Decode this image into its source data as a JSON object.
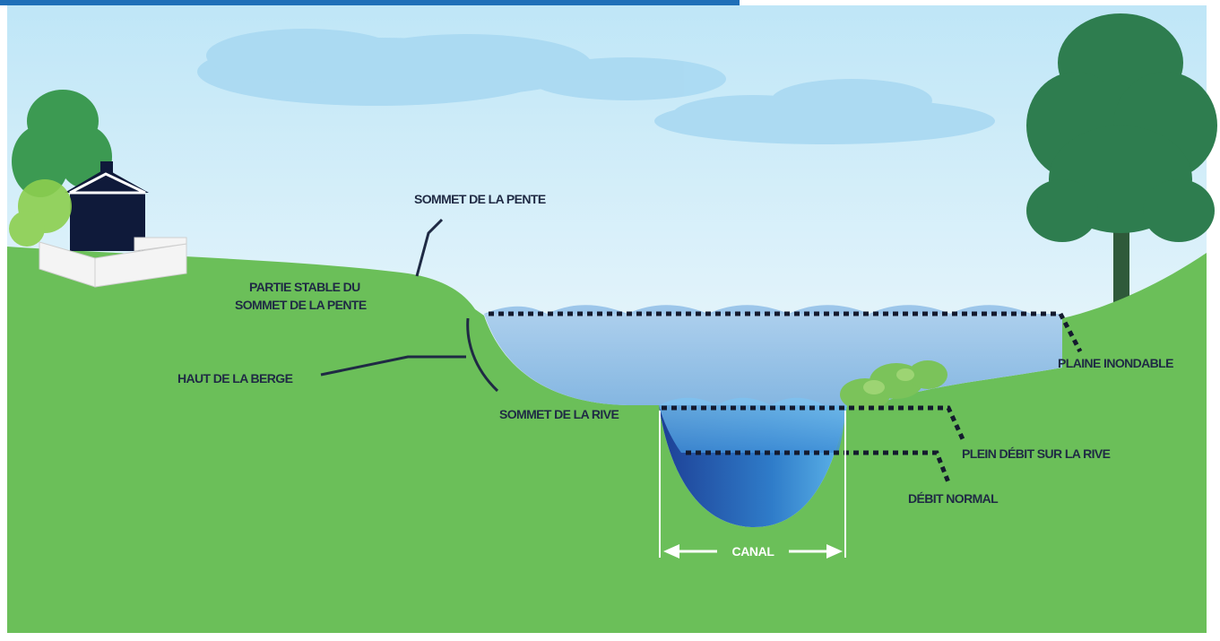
{
  "labels": {
    "top_of_slope": "SOMMET DE LA PENTE",
    "stable_top_line1": "PARTIE STABLE DU",
    "stable_top_line2": "SOMMET DE LA PENTE",
    "upper_bank": "HAUT DE LA BERGE",
    "top_of_shore": "SOMMET DE LA RIVE",
    "floodplain": "PLAINE INONDABLE",
    "bankfull_flow": "PLEIN DÉBIT SUR LA RIVE",
    "normal_flow": "DÉBIT NORMAL",
    "channel": "CANAL"
  },
  "colors": {
    "grass": "#6bbf59",
    "label_text": "#1f2a44",
    "header_bar": "#1f6fb8",
    "flood_water": "#8fbde6",
    "channel_water_dark": "#1e4fa3",
    "channel_water_light": "#4aa3e0",
    "tree": "#2e7d4f",
    "house": "#0f1a3a"
  }
}
